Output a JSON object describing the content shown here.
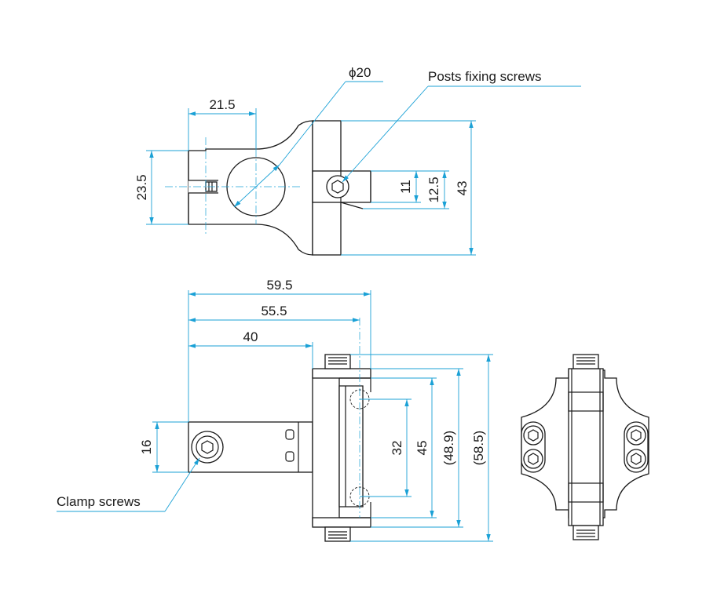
{
  "colors": {
    "dimension": "#1ba1d6",
    "outline": "#1a1a1a",
    "background": "#ffffff"
  },
  "callouts": {
    "diameter": "ϕ20",
    "posts_fixing_screws": "Posts fixing screws",
    "clamp_screws": "Clamp screws"
  },
  "top_view": {
    "dims": {
      "width_21_5": "21.5",
      "height_23_5": "23.5",
      "slot_11": "11",
      "slot_12_5": "12.5",
      "height_43": "43"
    }
  },
  "front_view": {
    "dims": {
      "len_59_5": "59.5",
      "len_55_5": "55.5",
      "len_40": "40",
      "h_16": "16",
      "h_32": "32",
      "h_45": "45",
      "h_48_9": "(48.9)",
      "h_58_5": "(58.5)"
    }
  },
  "side_view": {
    "icons": [
      "hex-socket-icon",
      "hex-socket-icon",
      "hex-socket-icon",
      "hex-socket-icon"
    ]
  }
}
